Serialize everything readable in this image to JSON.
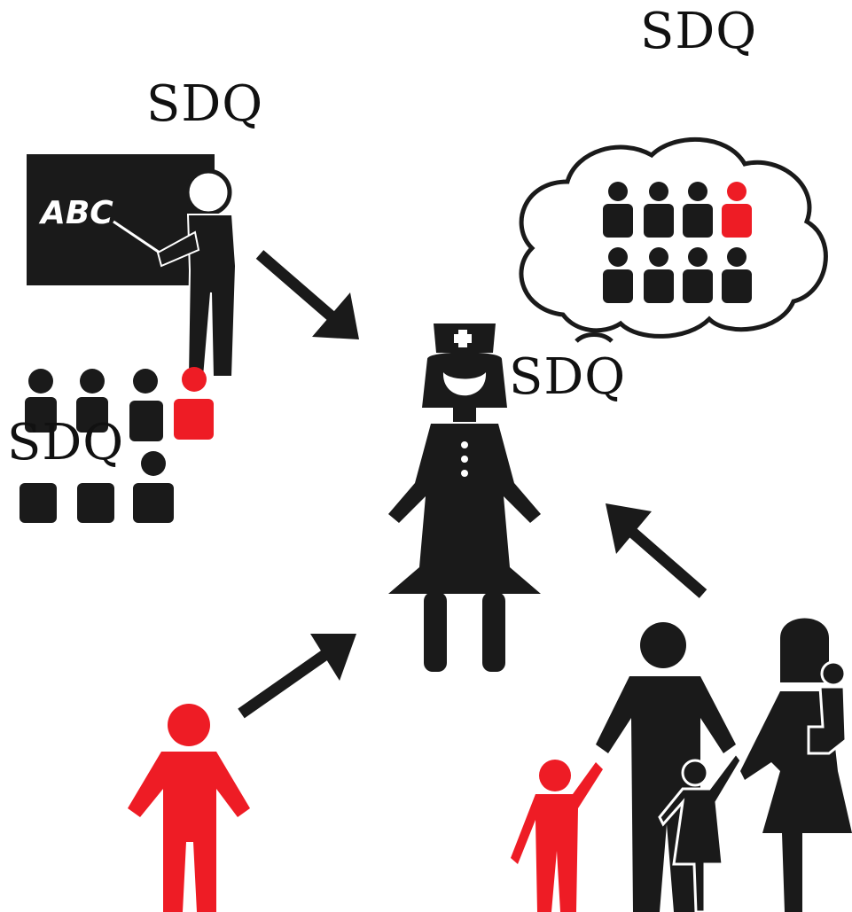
{
  "labels": {
    "top_right": "SDQ",
    "teacher": "SDQ",
    "nurse": "SDQ",
    "classroom": "SDQ"
  },
  "blackboard": {
    "text": "ABC"
  },
  "colors": {
    "figure": "#1a1a1a",
    "highlight": "#ee1c25",
    "background": "#ffffff"
  },
  "icons": {
    "teacher": "teacher-at-blackboard-icon",
    "nurse": "nurse-icon",
    "child": "child-icon",
    "family": "family-icon",
    "thought_cloud": "thought-cloud-icon",
    "classroom": "classroom-students-icon"
  }
}
